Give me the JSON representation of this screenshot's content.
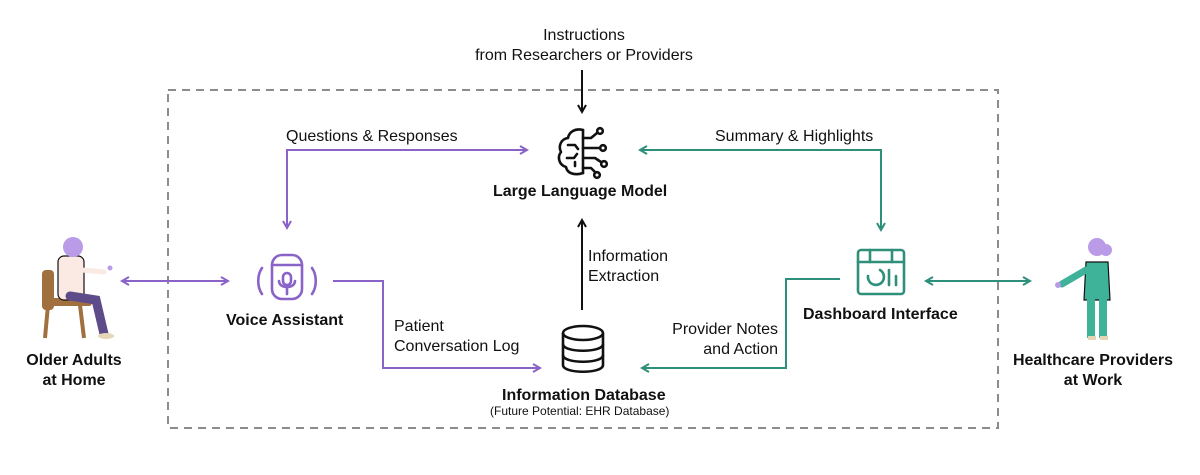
{
  "instructions": {
    "line1": "Instructions",
    "line2": "from Researchers or Providers"
  },
  "llm": {
    "label": "Large Language Model"
  },
  "voice": {
    "label": "Voice Assistant"
  },
  "database": {
    "label": "Information Database",
    "sublabel": "(Future Potential: EHR Database)"
  },
  "dashboard": {
    "label": "Dashboard Interface"
  },
  "older_adults": {
    "line1": "Older Adults",
    "line2": "at Home"
  },
  "providers": {
    "line1": "Healthcare Providers",
    "line2": "at Work"
  },
  "edges": {
    "questions": "Questions & Responses",
    "summary": "Summary & Highlights",
    "extraction_line1": "Information",
    "extraction_line2": "Extraction",
    "patient_line1": "Patient",
    "patient_line2": "Conversation Log",
    "notes_line1": "Provider Notes",
    "notes_line2": "and Action"
  },
  "colors": {
    "purple": "#8a63c9",
    "teal": "#2e8f7a",
    "dash": "#8c8c8c",
    "black": "#111111",
    "skin_purple": "#b99be8",
    "chair": "#a0703f",
    "scrubs": "#3fb29a"
  }
}
